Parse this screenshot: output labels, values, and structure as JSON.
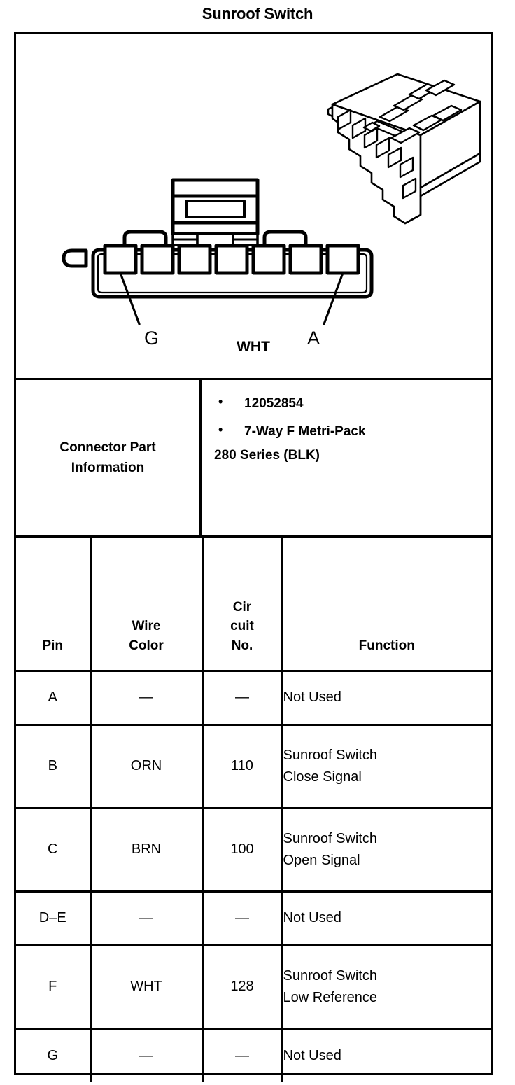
{
  "title": "Sunroof Switch",
  "illustration": {
    "connector_face_label_left": "G",
    "connector_face_label_right": "A",
    "cavity_count": 7,
    "wire_color_label": "WHT",
    "iso_view_name": "isometric-connector-view",
    "front_view_name": "front-connector-face"
  },
  "connector_part_information": {
    "label_line1": "Connector Part",
    "label_line2": "Information",
    "bullets": [
      "12052854",
      "7-Way F Metri-Pack"
    ],
    "continuation": "280 Series (BLK)"
  },
  "pin_table": {
    "headers": {
      "pin": "Pin",
      "wire_color_line1": "Wire",
      "wire_color_line2": "Color",
      "circuit_no_line1": "Cir",
      "circuit_no_line2": "cuit",
      "circuit_no_line3": "No.",
      "function": "Function"
    },
    "rows": [
      {
        "pin": "A",
        "wire_color": "—",
        "circuit_no": "—",
        "function_line1": "Not Used",
        "function_line2": "",
        "tall": false
      },
      {
        "pin": "B",
        "wire_color": "ORN",
        "circuit_no": "110",
        "function_line1": "Sunroof Switch",
        "function_line2": "Close Signal",
        "tall": true
      },
      {
        "pin": "C",
        "wire_color": "BRN",
        "circuit_no": "100",
        "function_line1": "Sunroof Switch",
        "function_line2": "Open Signal",
        "tall": true
      },
      {
        "pin": "D–E",
        "wire_color": "—",
        "circuit_no": "—",
        "function_line1": "Not Used",
        "function_line2": "",
        "tall": false
      },
      {
        "pin": "F",
        "wire_color": "WHT",
        "circuit_no": "128",
        "function_line1": "Sunroof Switch",
        "function_line2": "Low Reference",
        "tall": true
      },
      {
        "pin": "G",
        "wire_color": "—",
        "circuit_no": "—",
        "function_line1": "Not Used",
        "function_line2": "",
        "tall": false
      }
    ]
  },
  "colors": {
    "ink": "#000000",
    "paper": "#ffffff"
  }
}
